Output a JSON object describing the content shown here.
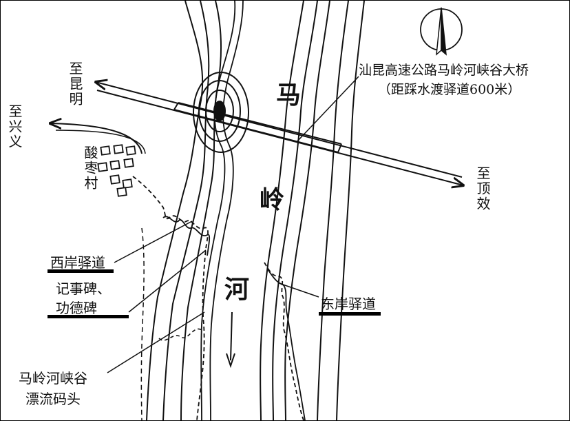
{
  "river_name": {
    "char1": "马",
    "char2": "岭",
    "char3": "河"
  },
  "directions": {
    "to_kunming": "至昆明",
    "to_xingyi": "至兴义",
    "to_dingxiao": "至顶效"
  },
  "village": "酸枣村",
  "bridge": {
    "name": "汕昆高速公路马岭河峡谷大桥",
    "note": "（距踩水渡驿道600米）"
  },
  "labels": {
    "west_path": "西岸驿道",
    "monument_line1": "记事碑、",
    "monument_line2": "功德碑",
    "east_path": "东岸驿道",
    "pier_line1": "马岭河峡谷",
    "pier_line2": "漂流码头"
  },
  "icons": {
    "compass": "north-arrow-icon",
    "flow": "flow-direction-arrow-icon"
  },
  "colors": {
    "ink": "#111111",
    "paper": "#ffffff"
  }
}
